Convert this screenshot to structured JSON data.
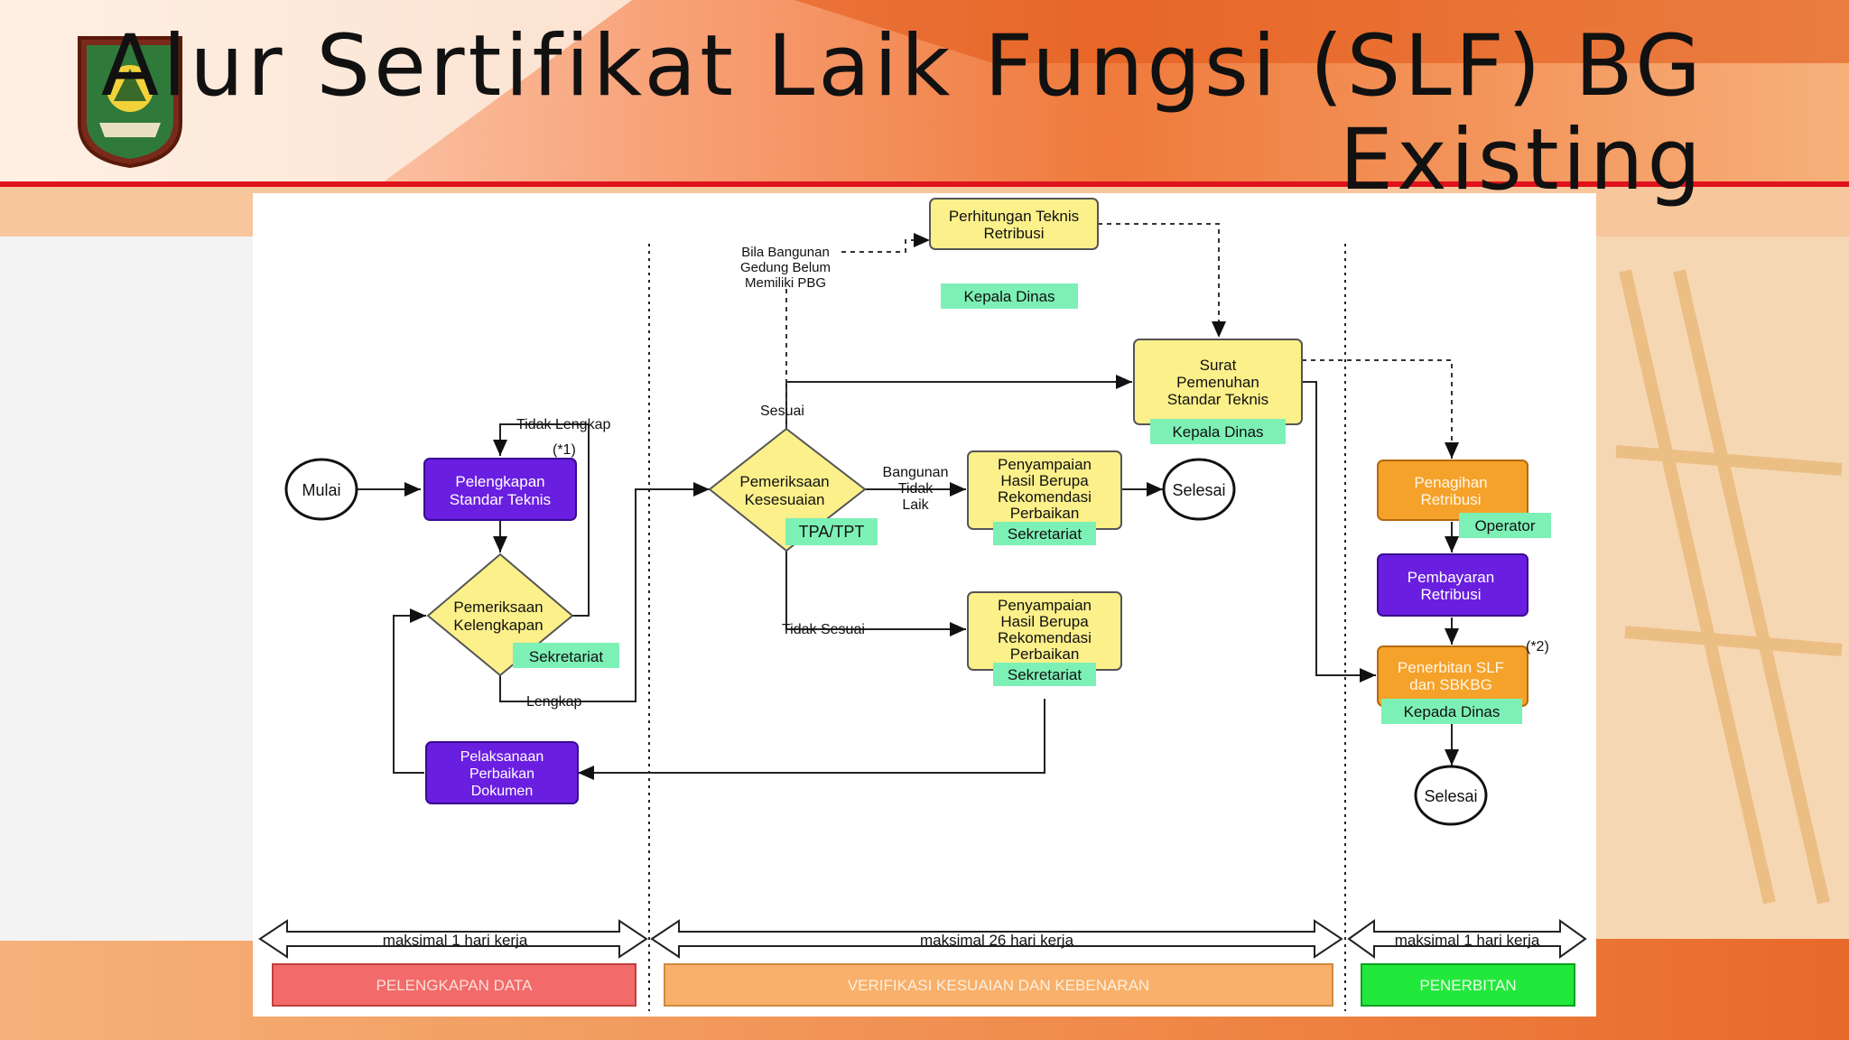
{
  "slide": {
    "title_line1": "Alur Sertifikat Laik Fungsi (SLF) BG",
    "title_line2": "Existing"
  },
  "nodes": {
    "mulai": "Mulai",
    "pelengkapan": [
      "Pelengkapan",
      "Standar Teknis"
    ],
    "pemeriksaan_kelengkapan": [
      "Pemeriksaan",
      "Kelengkapan"
    ],
    "pelaksanaan": [
      "Pelaksanaan",
      "Perbaikan",
      "Dokumen"
    ],
    "pemeriksaan_kesesuaian": [
      "Pemeriksaan",
      "Kesesuaian"
    ],
    "perhitungan": [
      "Perhitungan Teknis",
      "Retribusi"
    ],
    "surat": [
      "Surat",
      "Pemenuhan",
      "Standar Teknis"
    ],
    "penyampaian1": [
      "Penyampaian",
      "Hasil Berupa",
      "Rekomendasi",
      "Perbaikan"
    ],
    "penyampaian2": [
      "Penyampaian",
      "Hasil Berupa",
      "Rekomendasi",
      "Perbaikan"
    ],
    "selesai1": "Selesai",
    "selesai2": "Selesai",
    "penagihan": [
      "Penagihan",
      "Retribusi"
    ],
    "pembayaran": [
      "Pembayaran",
      "Retribusi"
    ],
    "penerbitan": [
      "Penerbitan SLF",
      "dan SBKBG"
    ]
  },
  "roles": {
    "sekretariat1": "Sekretariat",
    "tpa": "TPA/TPT",
    "kepala_dinas1": "Kepala Dinas",
    "kepala_dinas2": "Kepala Dinas",
    "sekretariat2": "Sekretariat",
    "sekretariat3": "Sekretariat",
    "operator": "Operator",
    "kepada_dinas": "Kepada Dinas"
  },
  "edge_labels": {
    "tidak_lengkap": "Tidak Lengkap",
    "note1": "(*1)",
    "lengkap": "Lengkap",
    "sesuai": "Sesuai",
    "tidak_sesuai": "Tidak Sesuai",
    "bangunan_tidak_laik": [
      "Bangunan",
      "Tidak",
      "Laik"
    ],
    "bila_bangunan": [
      "Bila Bangunan",
      "Gedung Belum",
      "Memiliki PBG"
    ],
    "note2": "(*2)"
  },
  "timeline": {
    "durations": [
      "maksimal 1 hari kerja",
      "maksimal 26 hari kerja",
      "maksimal 1 hari kerja"
    ],
    "phases": [
      "PELENGKAPAN DATA",
      "VERIFIKASI KESUAIAN DAN KEBENARAN",
      "PENERBITAN"
    ]
  },
  "colors": {
    "purple": "#6a1fe0",
    "yellow": "#fbf08a",
    "orange": "#f5a22a",
    "green_tag": "#7df0b6",
    "phase1": "#f26a6a",
    "phase2": "#f8b06a",
    "phase3": "#22e83c",
    "accent_red": "#e0121b"
  }
}
